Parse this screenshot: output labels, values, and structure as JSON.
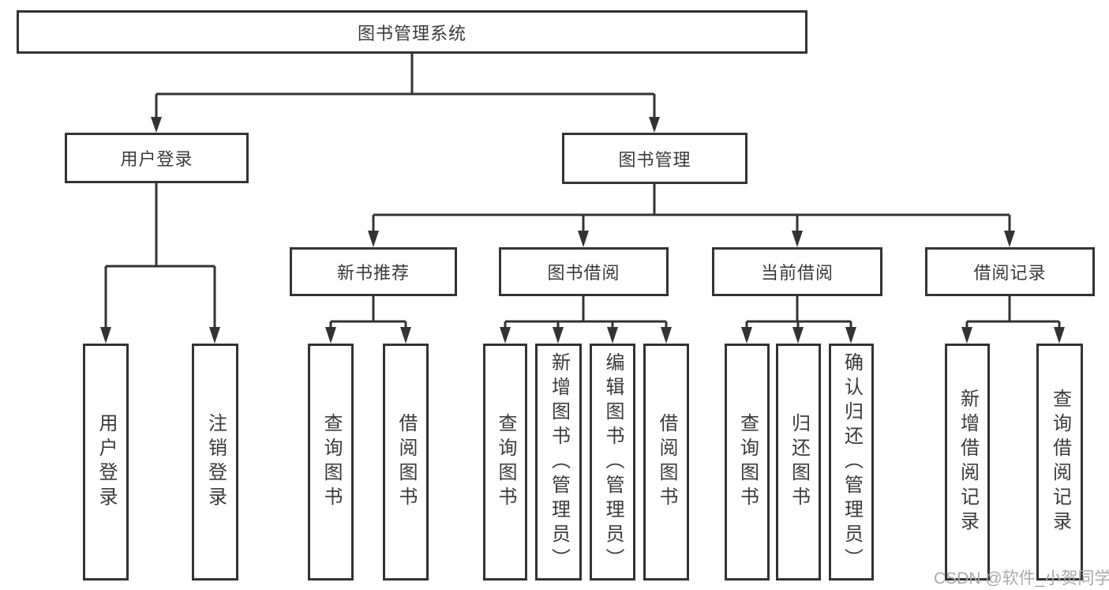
{
  "colors": {
    "line": "#333333",
    "box_border": "#333333",
    "text": "#3a3a3a",
    "background": "#ffffff",
    "watermark": "#a8a8a8"
  },
  "watermark": {
    "text": "CSDN @软件_小贺同学"
  },
  "tree": {
    "root": "图书管理系统",
    "branches": [
      {
        "label": "用户登录",
        "children": [
          "用户登录",
          "注销登录"
        ]
      },
      {
        "label": "图书管理",
        "groups": [
          {
            "label": "新书推荐",
            "children": [
              "查询图书",
              "借阅图书"
            ]
          },
          {
            "label": "图书借阅",
            "children": [
              "查询图书",
              "新增图书（管理员）",
              "编辑图书（管理员）",
              "借阅图书"
            ]
          },
          {
            "label": "当前借阅",
            "children": [
              "查询图书",
              "归还图书",
              "确认归还（管理员）"
            ]
          },
          {
            "label": "借阅记录",
            "children": [
              "新增借阅记录",
              "查询借阅记录"
            ]
          }
        ]
      }
    ]
  }
}
